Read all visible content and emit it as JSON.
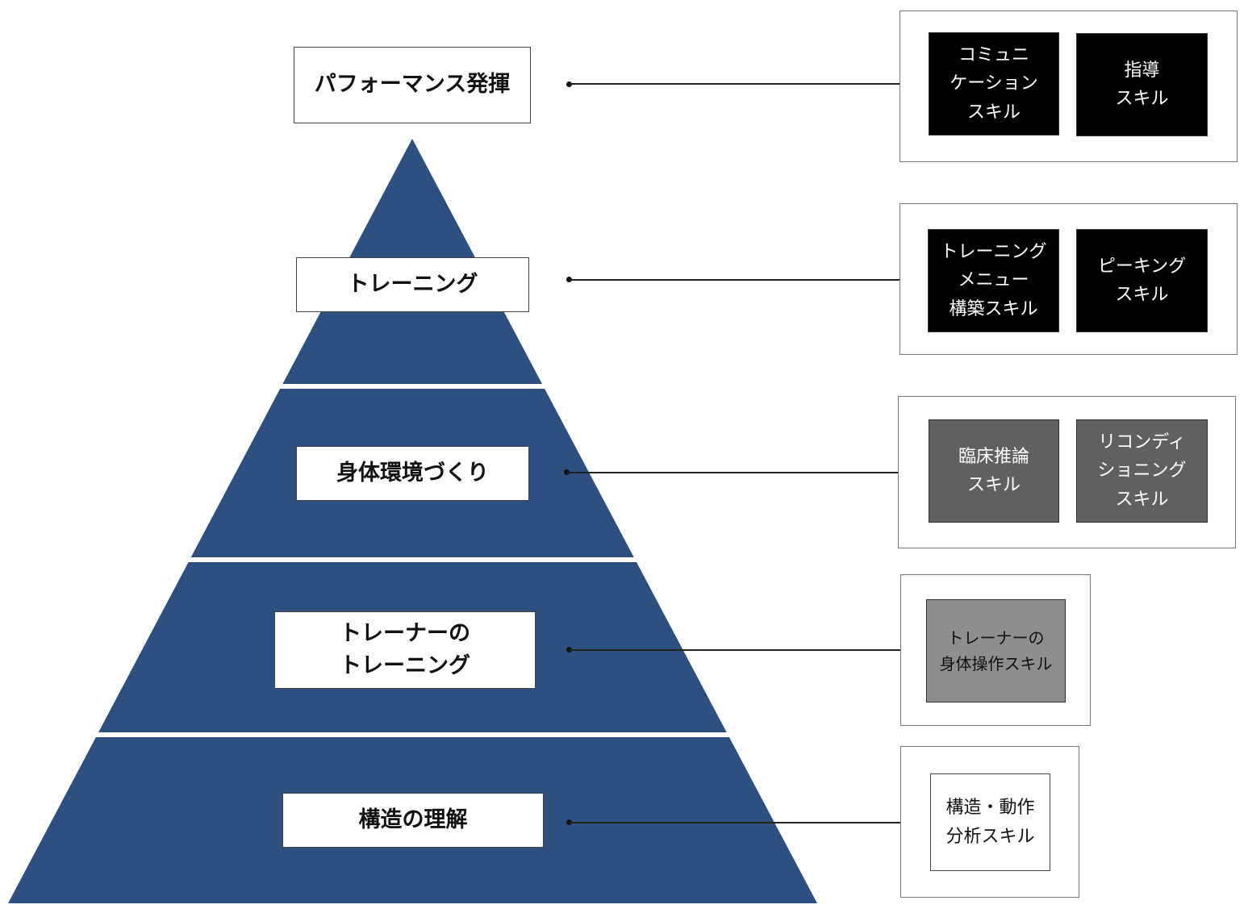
{
  "colors": {
    "pyramid_fill": "#2d5080",
    "separator": "#ffffff",
    "skill_black": "#000000",
    "skill_dark_gray": "#5f6062",
    "skill_mid_gray": "#8e8e8e",
    "skill_white": "#ffffff"
  },
  "pyramid": {
    "levels": [
      {
        "label_lines": [
          "パフォーマンス発揮"
        ]
      },
      {
        "label_lines": [
          "トレーニング"
        ]
      },
      {
        "label_lines": [
          "身体環境づくり"
        ]
      },
      {
        "label_lines": [
          "トレーナーの",
          "トレーニング"
        ]
      },
      {
        "label_lines": [
          "構造の理解"
        ]
      }
    ]
  },
  "skills": [
    {
      "boxes": [
        {
          "lines": [
            "コミュニ",
            "ケーション",
            "スキル"
          ],
          "shade": "black"
        },
        {
          "lines": [
            "指導",
            "スキル"
          ],
          "shade": "black"
        }
      ]
    },
    {
      "boxes": [
        {
          "lines": [
            "トレーニング",
            "メニュー",
            "構築スキル"
          ],
          "shade": "black"
        },
        {
          "lines": [
            "ピーキング",
            "スキル"
          ],
          "shade": "black"
        }
      ]
    },
    {
      "boxes": [
        {
          "lines": [
            "臨床推論",
            "スキル"
          ],
          "shade": "dark-gray"
        },
        {
          "lines": [
            "リコンディ",
            "ショニング",
            "スキル"
          ],
          "shade": "dark-gray"
        }
      ]
    },
    {
      "boxes": [
        {
          "lines": [
            "トレーナーの",
            "身体操作スキル"
          ],
          "shade": "mid-gray"
        }
      ]
    },
    {
      "boxes": [
        {
          "lines": [
            "構造・動作",
            "分析スキル"
          ],
          "shade": "white"
        }
      ]
    }
  ]
}
